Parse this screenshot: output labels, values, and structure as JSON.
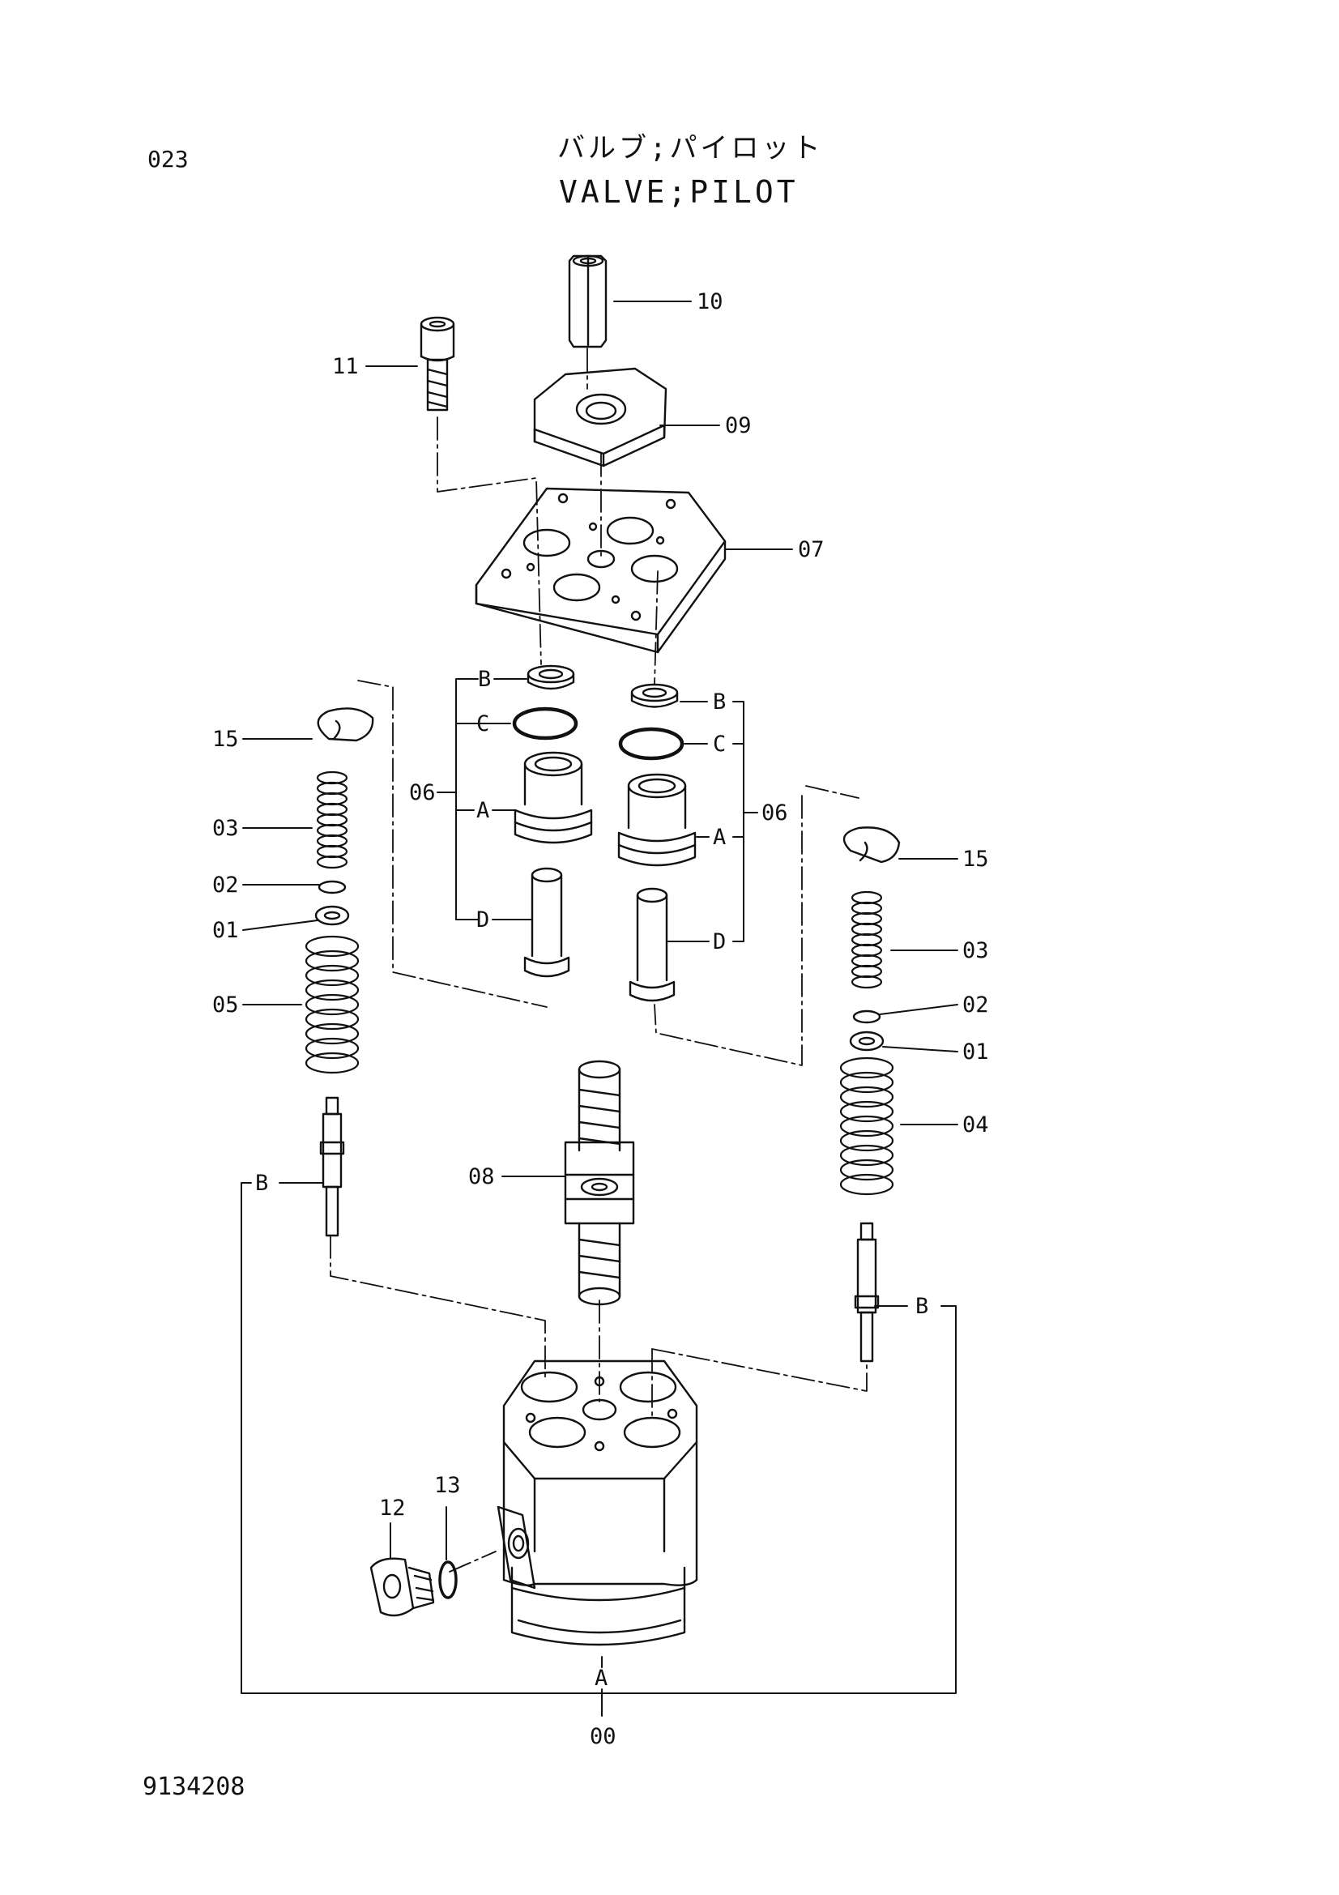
{
  "header": {
    "page_number": "023",
    "title_jp": "バルブ;パイロット",
    "title_en": "VALVE;PILOT"
  },
  "footer": {
    "drawing_number": "9134208"
  },
  "callouts": {
    "p00": "00",
    "p01": "01",
    "p02": "02",
    "p03": "03",
    "p04": "04",
    "p05": "05",
    "p06": "06",
    "p07": "07",
    "p08": "08",
    "p09": "09",
    "p10": "10",
    "p11": "11",
    "p12": "12",
    "p13": "13",
    "p15": "15"
  },
  "sub_labels": {
    "a": "A",
    "b": "B",
    "c": "C",
    "d": "D"
  },
  "colors": {
    "line": "#111111",
    "background": "#ffffff"
  }
}
